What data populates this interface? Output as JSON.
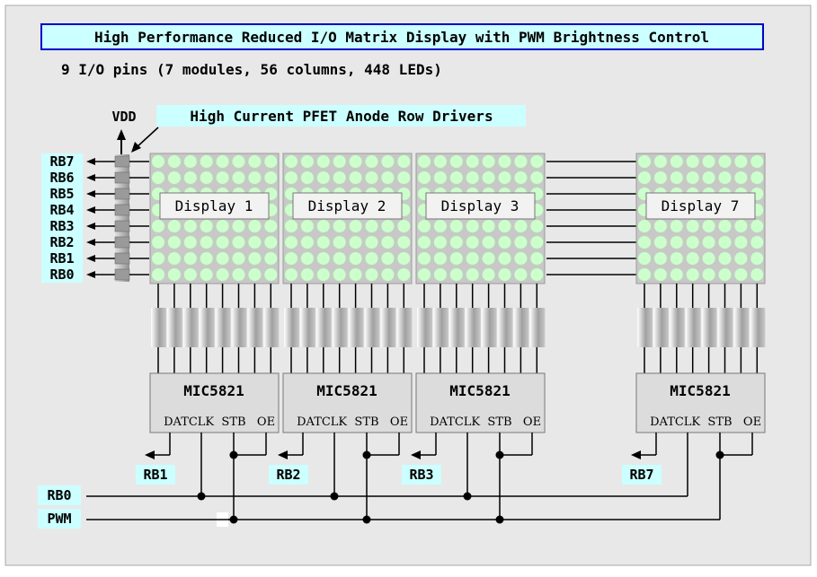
{
  "title": "High Performance Reduced I/O Matrix Display with PWM Brightness Control",
  "subtitle": "9 I/O pins (7 modules, 56 columns, 448 LEDs)",
  "vdd_label": "VDD",
  "driver_label": "High Current PFET Anode Row Drivers",
  "row_labels": [
    "RB7",
    "RB6",
    "RB5",
    "RB4",
    "RB3",
    "RB2",
    "RB1",
    "RB0"
  ],
  "displays": [
    {
      "label": "Display 1",
      "chip": "MIC5821",
      "dat_label": "RB1"
    },
    {
      "label": "Display 2",
      "chip": "MIC5821",
      "dat_label": "RB2"
    },
    {
      "label": "Display 3",
      "chip": "MIC5821",
      "dat_label": "RB3"
    },
    {
      "label": "Display 7",
      "chip": "MIC5821",
      "dat_label": "RB7"
    }
  ],
  "pins": [
    "DAT",
    "CLK",
    "STB",
    "OE"
  ],
  "bus_labels": {
    "clk": "RB0",
    "pwm": "PWM"
  },
  "colors": {
    "background": "#e8e8e8",
    "title_bg": "#ccffff",
    "title_border": "#0000cc",
    "label_bg": "#ccffff",
    "led": "#ccffcc",
    "chip": "#dcdcdc"
  }
}
